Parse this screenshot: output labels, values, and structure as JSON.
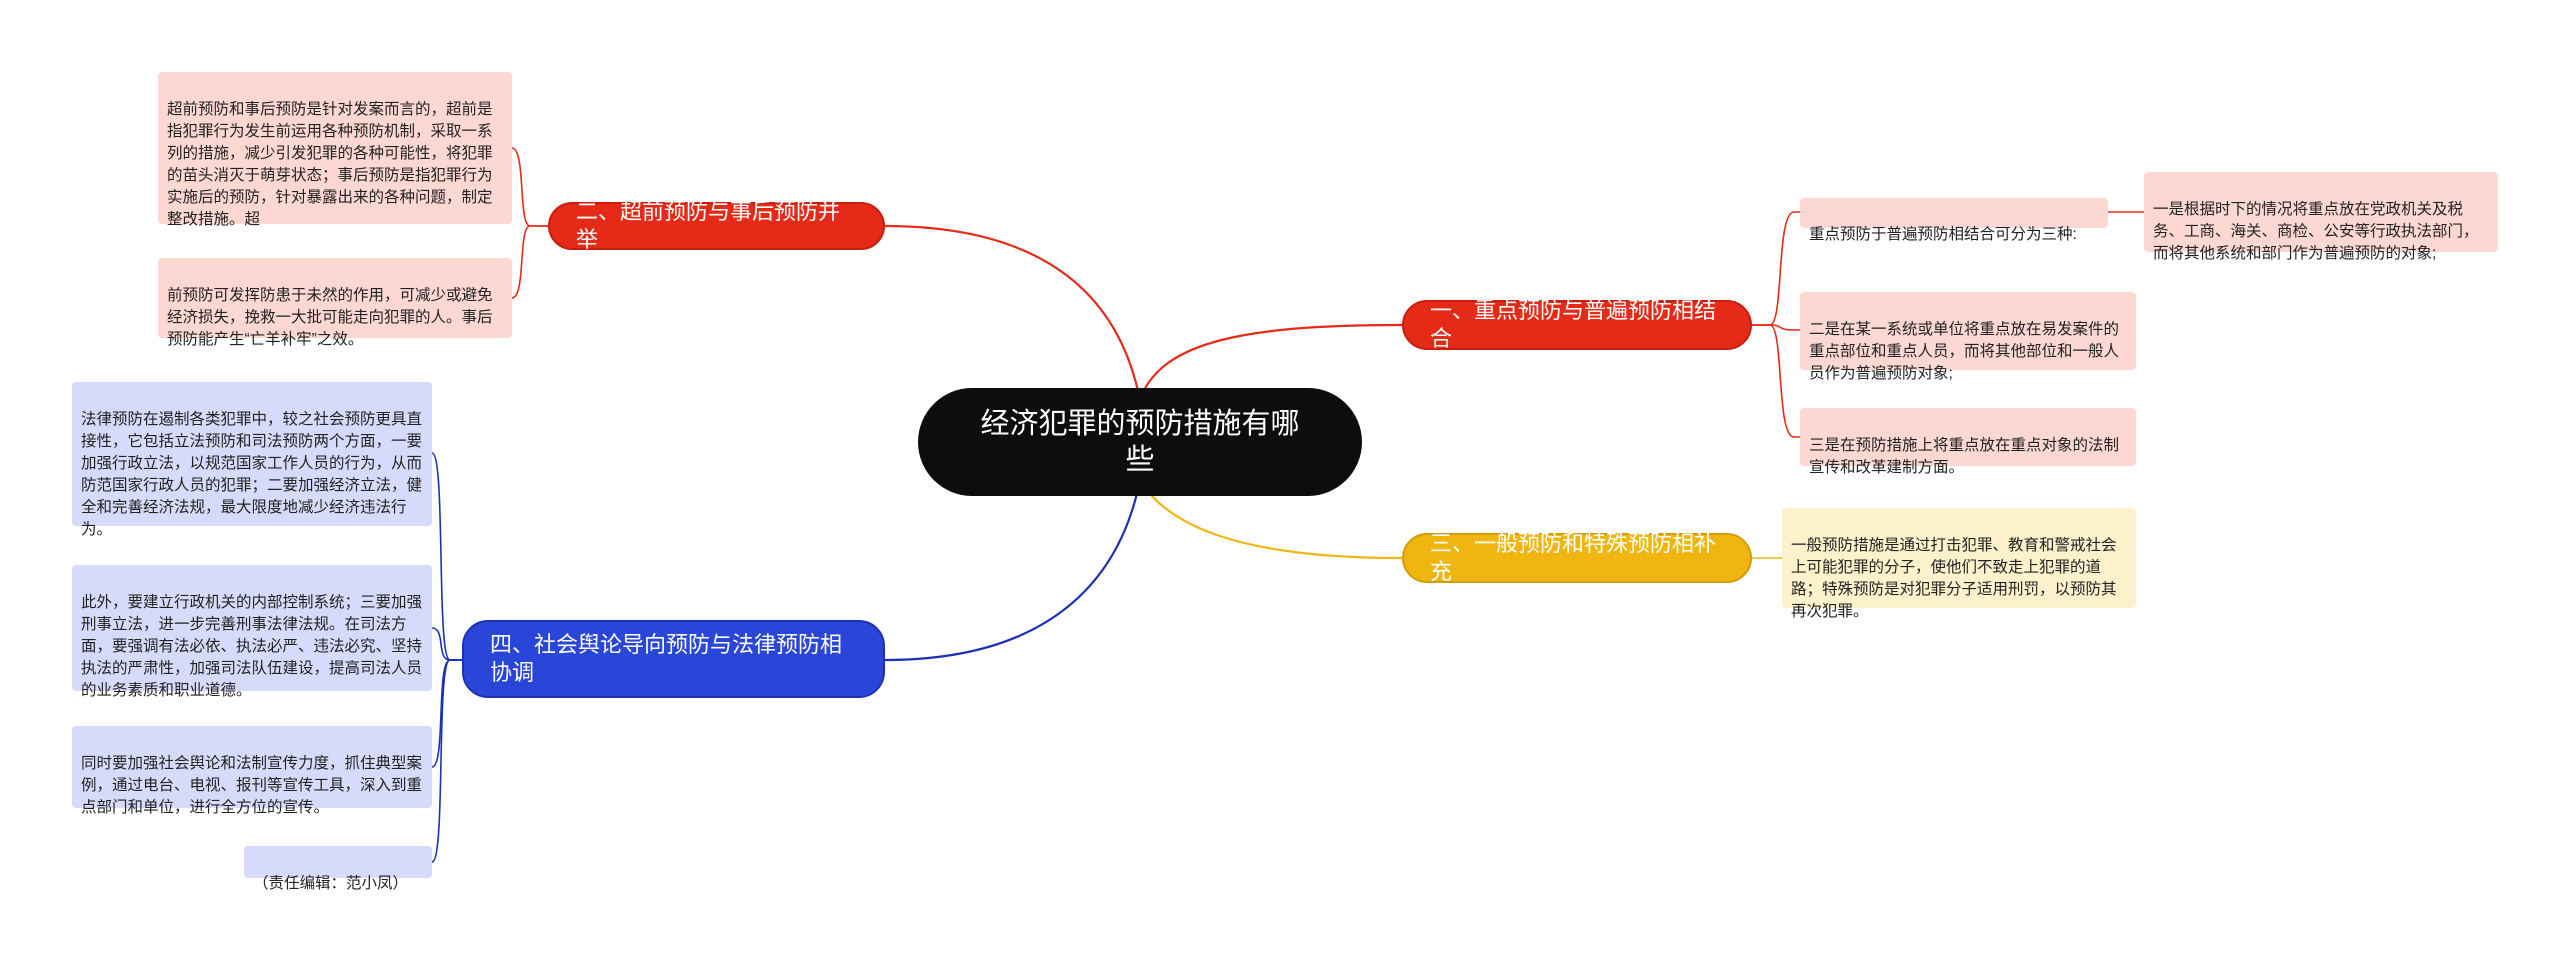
{
  "colors": {
    "red": "#e52b18",
    "gold": "#f0b60f",
    "blue": "#2a46d8",
    "center": "#0d0d0d"
  },
  "center": {
    "title": "经济犯罪的预防措施有哪些"
  },
  "branches": [
    {
      "label": "一、重点预防与普遍预防相结合",
      "leaves": [
        {
          "text": "重点预防于普遍预防相结合可分为三种:",
          "children": [
            "一是根据时下的情况将重点放在党政机关及税务、工商、海关、商检、公安等行政执法部门，而将其他系统和部门作为普遍预防的对象;"
          ]
        },
        {
          "text": "二是在某一系统或单位将重点放在易发案件的重点部位和重点人员，而将其他部位和一般人员作为普遍预防对象;"
        },
        {
          "text": "三是在预防措施上将重点放在重点对象的法制宣传和改革建制方面。"
        }
      ]
    },
    {
      "label": "二、超前预防与事后预防并举",
      "leaves": [
        {
          "text": "超前预防和事后预防是针对发案而言的，超前是指犯罪行为发生前运用各种预防机制，采取一系列的措施，减少引发犯罪的各种可能性，将犯罪的苗头消灭于萌芽状态；事后预防是指犯罪行为实施后的预防，针对暴露出来的各种问题，制定整改措施。超"
        },
        {
          "text": "前预防可发挥防患于未然的作用，可减少或避免经济损失，挽救一大批可能走向犯罪的人。事后预防能产生“亡羊补牢”之效。"
        }
      ]
    },
    {
      "label": "三、一般预防和特殊预防相补充",
      "leaves": [
        {
          "text": "一般预防措施是通过打击犯罪、教育和警戒社会上可能犯罪的分子，使他们不致走上犯罪的道路；特殊预防是对犯罪分子适用刑罚，以预防其再次犯罪。"
        }
      ]
    },
    {
      "label": "四、社会舆论导向预防与法律预防相协调",
      "leaves": [
        {
          "text": "法律预防在遏制各类犯罪中，较之社会预防更具直接性，它包括立法预防和司法预防两个方面，一要加强行政立法，以规范国家工作人员的行为，从而防范国家行政人员的犯罪；二要加强经济立法，健全和完善经济法规，最大限度地减少经济违法行为。"
        },
        {
          "text": "此外，要建立行政机关的内部控制系统；三要加强刑事立法，进一步完善刑事法律法规。在司法方面，要强调有法必依、执法必严、违法必究、坚持执法的严肃性，加强司法队伍建设，提高司法人员的业务素质和职业道德。"
        },
        {
          "text": "同时要加强社会舆论和法制宣传力度，抓住典型案例，通过电台、电视、报刊等宣传工具，深入到重点部门和单位，进行全方位的宣传。"
        },
        {
          "text": "（责任编辑：范小凤）"
        }
      ]
    }
  ]
}
